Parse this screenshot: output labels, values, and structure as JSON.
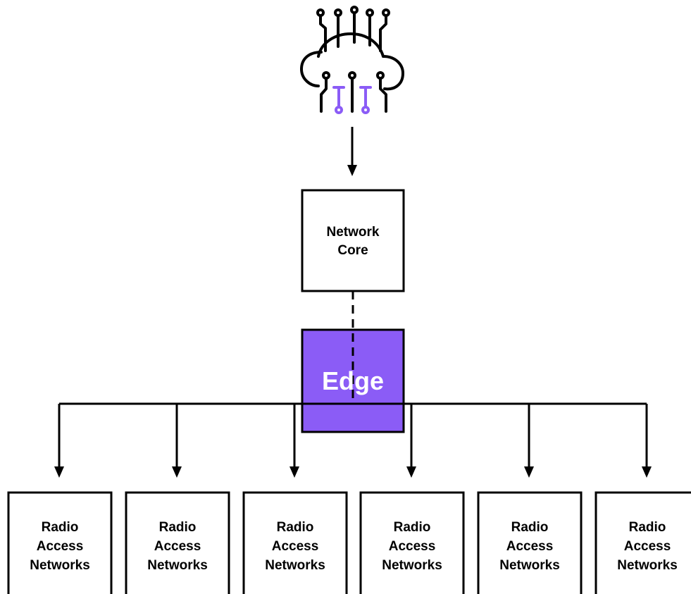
{
  "cloud": {
    "icon": "cloud-circuit-icon"
  },
  "core": {
    "label_line1": "Network",
    "label_line2": "Core"
  },
  "edge": {
    "label": "Edge",
    "color": "#8B5CF6",
    "text_color": "#ffffff"
  },
  "ran_nodes": [
    {
      "line1": "Radio",
      "line2": "Access",
      "line3": "Networks"
    },
    {
      "line1": "Radio",
      "line2": "Access",
      "line3": "Networks"
    },
    {
      "line1": "Radio",
      "line2": "Access",
      "line3": "Networks"
    },
    {
      "line1": "Radio",
      "line2": "Access",
      "line3": "Networks"
    },
    {
      "line1": "Radio",
      "line2": "Access",
      "line3": "Networks"
    },
    {
      "line1": "Radio",
      "line2": "Access",
      "line3": "Networks"
    }
  ],
  "colors": {
    "stroke": "#000000",
    "accent": "#8B5CF6",
    "background": "#ffffff"
  }
}
